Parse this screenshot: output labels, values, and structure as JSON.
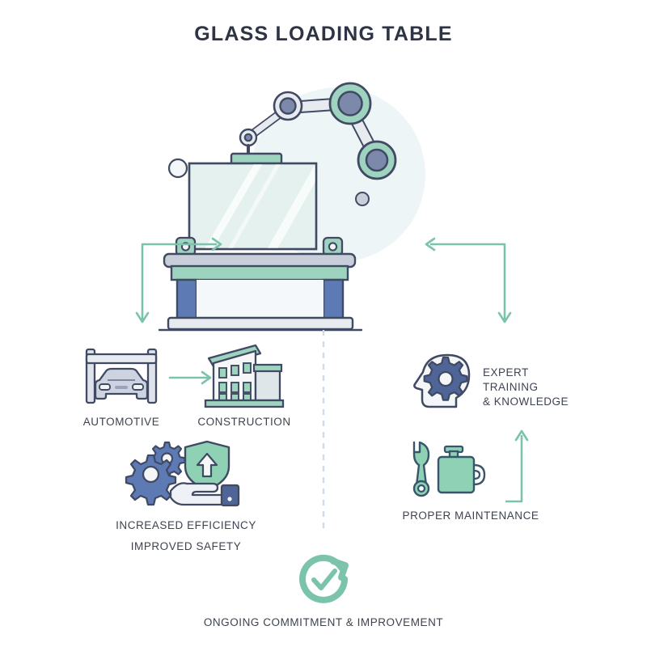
{
  "page": {
    "title": "GLASS LOADING TABLE",
    "background": "#ffffff"
  },
  "palette": {
    "ink": "#3a4054",
    "outline": "#414a63",
    "green": "#7cc3ab",
    "green_light": "#9ed3bf",
    "green_pale": "#d9efe6",
    "blue": "#5e7ab5",
    "blue_slate": "#7d89ab",
    "gray_light": "#e7eaef",
    "gray_mid": "#c9cedb",
    "glass": "#e4f1ee",
    "halo": "#eef5f6",
    "divider": "#cfdbe6",
    "text": "#3d4350"
  },
  "hero": {
    "name": "glass-loading-table-illustration",
    "robot_arm": "robotic-arm-icon",
    "glass_panel": "glass-panel",
    "table": "loading-table"
  },
  "connectors": {
    "left": "left-elbow-arrow",
    "right": "right-elbow-arrow",
    "divider": "center-dashed-divider",
    "maintenance_up": "maintenance-up-arrow",
    "industry": "automotive-to-construction-arrow"
  },
  "branches": {
    "left": {
      "industries": [
        {
          "icon": "car-lift-icon",
          "label": "AUTOMOTIVE"
        },
        {
          "icon": "building-icon",
          "label": "CONSTRUCTION"
        }
      ],
      "benefits": {
        "icon": "gears-shield-hand-icon",
        "line1": "INCREASED EFFICIENCY",
        "line2": "IMPROVED SAFETY"
      }
    },
    "right": {
      "training": {
        "icon": "head-gear-icon",
        "line1": "EXPERT",
        "line2": "TRAINING",
        "line3": "& KNOWLEDGE"
      },
      "maintenance": {
        "icon": "wrench-oilcan-icon",
        "label": "PROPER MAINTENANCE"
      }
    }
  },
  "footer": {
    "icon": "refresh-check-icon",
    "label": "ONGOING COMMITMENT & IMPROVEMENT"
  }
}
